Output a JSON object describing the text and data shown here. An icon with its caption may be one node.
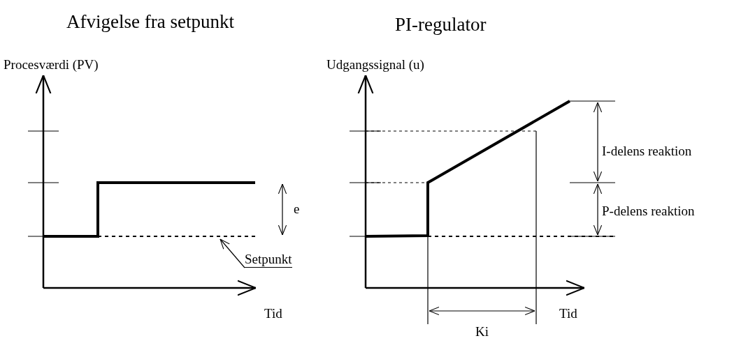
{
  "diagram": {
    "nodes": [
      {
        "text": [
          "Setpunkt"
        ]
      },
      {
        "text": [],
        "shape": "line"
      }
    ],
    "edges": [
      {
        "from": 0,
        "to": 1,
        "arrow": "to"
      }
    ],
    "labels": [
      "Afvigelse fra setpunkt",
      "PI-regulator",
      "Procesværdi (PV)",
      "e",
      "Tid",
      "Udgangssignal (u)",
      "I-delens reaktion",
      "P-delens reaktion",
      "Tid",
      "Ki"
    ]
  }
}
